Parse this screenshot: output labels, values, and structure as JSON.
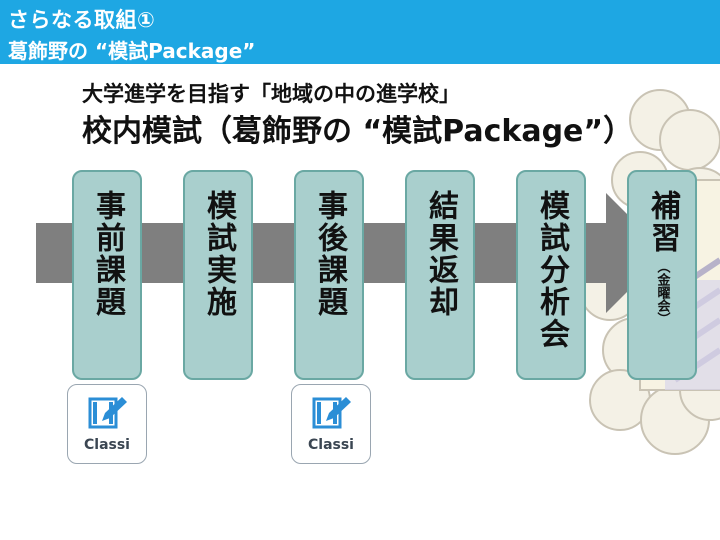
{
  "header": {
    "line1": "さらなる取組①",
    "line2": "葛飾野の “模試Package”",
    "background": "#1ea7e3"
  },
  "titles": {
    "subtitle": "大学進学を目指す「地域の中の進学校」",
    "main": "校内模試（葛飾野の “模試Package”）"
  },
  "steps": [
    {
      "label": "事前課題"
    },
    {
      "label": "模試実施"
    },
    {
      "label": "事後課題"
    },
    {
      "label": "結果返却"
    },
    {
      "label": "模試分析会"
    },
    {
      "label": "補習",
      "note": "（金曜会）"
    }
  ],
  "classi_badges": [
    {
      "text": "Classi",
      "icon": "classi-app-icon"
    },
    {
      "text": "Classi",
      "icon": "classi-app-icon"
    }
  ],
  "colors": {
    "step_fill": "#a9cfcd",
    "step_border": "#6aa8a3",
    "arrow": "#7f7f7f",
    "classi_icon": "#2b8ed6"
  }
}
